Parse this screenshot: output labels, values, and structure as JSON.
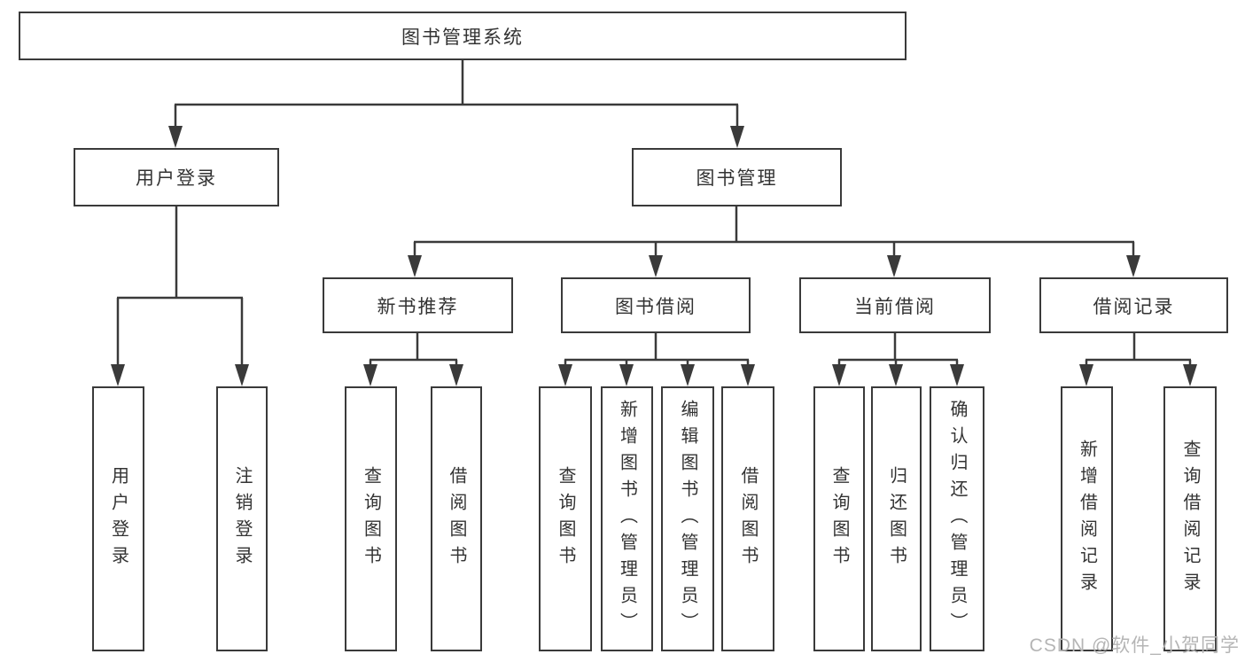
{
  "diagram": {
    "title": "图书管理系统",
    "nodes": [
      {
        "id": "root",
        "label": "图书管理系统",
        "parent": null,
        "text_direction": "horizontal"
      },
      {
        "id": "login",
        "label": "用户登录",
        "parent": "root",
        "text_direction": "horizontal"
      },
      {
        "id": "mgmt",
        "label": "图书管理",
        "parent": "root",
        "text_direction": "horizontal"
      },
      {
        "id": "rec",
        "label": "新书推荐",
        "parent": "mgmt",
        "text_direction": "horizontal"
      },
      {
        "id": "borrow",
        "label": "图书借阅",
        "parent": "mgmt",
        "text_direction": "horizontal"
      },
      {
        "id": "current",
        "label": "当前借阅",
        "parent": "mgmt",
        "text_direction": "horizontal"
      },
      {
        "id": "records",
        "label": "借阅记录",
        "parent": "mgmt",
        "text_direction": "horizontal"
      },
      {
        "id": "login-user",
        "label": "用户登录",
        "parent": "login",
        "text_direction": "vertical"
      },
      {
        "id": "login-logout",
        "label": "注销登录",
        "parent": "login",
        "text_direction": "vertical"
      },
      {
        "id": "rec-query",
        "label": "查询图书",
        "parent": "rec",
        "text_direction": "vertical"
      },
      {
        "id": "rec-borrow",
        "label": "借阅图书",
        "parent": "rec",
        "text_direction": "vertical"
      },
      {
        "id": "borrow-query",
        "label": "查询图书",
        "parent": "borrow",
        "text_direction": "vertical"
      },
      {
        "id": "borrow-add",
        "label": "新增图书（管理员）",
        "parent": "borrow",
        "text_direction": "vertical"
      },
      {
        "id": "borrow-edit",
        "label": "编辑图书（管理员）",
        "parent": "borrow",
        "text_direction": "vertical"
      },
      {
        "id": "borrow-lend",
        "label": "借阅图书",
        "parent": "borrow",
        "text_direction": "vertical"
      },
      {
        "id": "current-query",
        "label": "查询图书",
        "parent": "current",
        "text_direction": "vertical"
      },
      {
        "id": "current-return",
        "label": "归还图书",
        "parent": "current",
        "text_direction": "vertical"
      },
      {
        "id": "current-confirm",
        "label": "确认归还（管理员）",
        "parent": "current",
        "text_direction": "vertical"
      },
      {
        "id": "records-add",
        "label": "新增借阅记录",
        "parent": "records",
        "text_direction": "vertical"
      },
      {
        "id": "records-query",
        "label": "查询借阅记录",
        "parent": "records",
        "text_direction": "vertical"
      }
    ]
  },
  "watermark": {
    "text": "CSDN @软件_小贺同学"
  },
  "colors": {
    "line": "#3a3a3a",
    "box_border": "#3a3a3a",
    "box_background": "#ffffff",
    "text": "#333333",
    "watermark": "#b5b5b5",
    "background": "#ffffff"
  }
}
